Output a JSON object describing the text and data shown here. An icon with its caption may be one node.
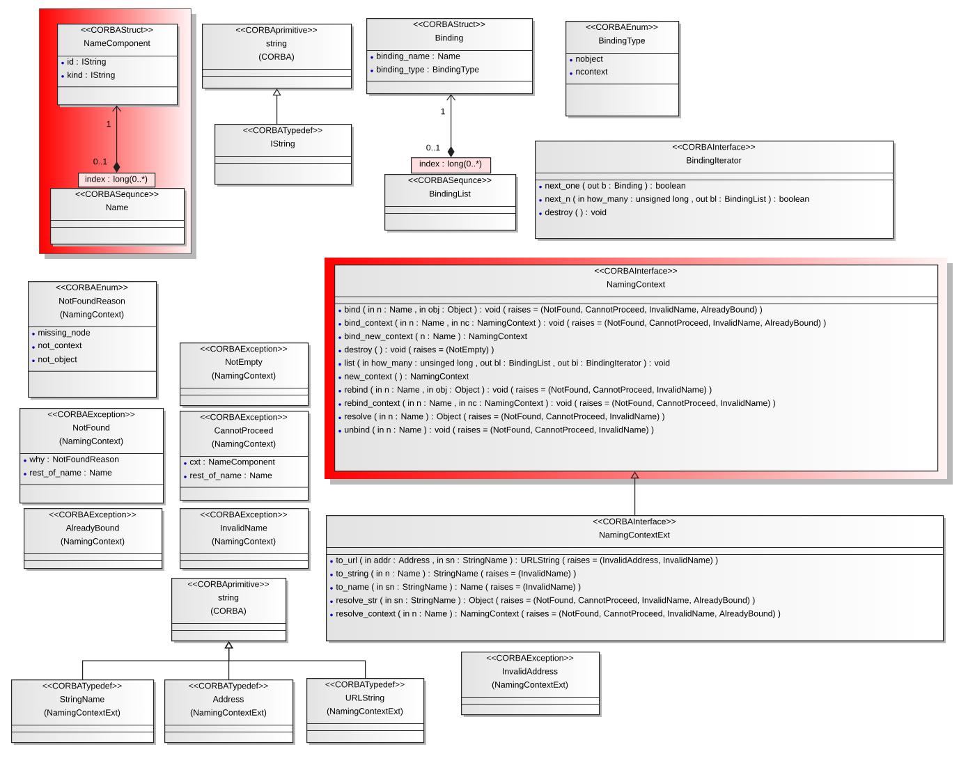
{
  "diagram": {
    "nodes": [
      {
        "text": [],
        "shape": "box"
      },
      {
        "text": [
          "<<CORBAStruct>>",
          "NameComponent",
          "id : IString",
          "kind : IString"
        ],
        "in": 0
      },
      {
        "text": [
          "index : long(0..*)"
        ],
        "in": 0
      },
      {
        "text": [
          "<<CORBASequnce>>",
          "Name"
        ],
        "in": 0
      },
      {
        "text": [
          "<<CORBAprimitive>>",
          "string",
          "(CORBA)"
        ]
      },
      {
        "text": [
          "<<CORBATypedef>>",
          "IString"
        ]
      },
      {
        "text": [
          "<<CORBAStruct>>",
          "Binding",
          "binding_name : Name",
          "binding_type : BindingType"
        ]
      },
      {
        "text": [
          "<<CORBAEnum>>",
          "BindingType",
          "nobject",
          "ncontext"
        ]
      },
      {
        "text": [
          "index : long(0..*)"
        ]
      },
      {
        "text": [
          "<<CORBASequnce>>",
          "BindingList"
        ]
      },
      {
        "text": [
          "<<CORBAInterface>>",
          "BindingIterator",
          "next_one ( out b : Binding ) : boolean",
          "next_n ( in how_many : unsigned long , out bl : BindingList ) : boolean",
          "destroy ( ) : void"
        ]
      },
      {
        "text": [
          "<<CORBAEnum>>",
          "NotFoundReason",
          "(NamingContext)",
          "missing_node",
          "not_context",
          "not_object"
        ]
      },
      {
        "text": [
          "<<CORBAInterface>>",
          "NamingContext",
          "bind ( in n : Name , in obj : Object ) : void ( raises = (NotFound, CannotProceed, InvalidName, AlreadyBound) )",
          "bind_context ( in n : Name , in nc : NamingContext ) : void ( raises = (NotFound, CannotProceed, InvalidName, AlreadyBound) )",
          "bind_new_context ( n : Name ) : NamingContext",
          "destroy ( ) : void ( raises = (NotEmpty) )",
          "list ( in how_many : unsinged long , out bl : BindingList , out bi : BindingIterator ) : void",
          "new_context ( ) : NamingContext",
          "rebind ( in n : Name , in obj : Object ) : void ( raises = (NotFound, CannotProceed, InvalidName) )",
          "rebind_context ( in n : Name , in nc : NamingContext ) : void ( raises = (NotFound, CannotProceed, InvalidName) )",
          "resolve ( in n : Name ) : Object ( raises = (NotFound, CannotProceed, InvalidName) )",
          "unbind ( in n : Name ) : void ( raises = (NotFound, CannotProceed, InvalidName) )"
        ]
      },
      {
        "text": [
          "<<CORBAException>>",
          "NotEmpty",
          "(NamingContext)"
        ]
      },
      {
        "text": [
          "<<CORBAException>>",
          "NotFound",
          "(NamingContext)",
          "why : NotFoundReason",
          "rest_of_name : Name"
        ]
      },
      {
        "text": [
          "<<CORBAException>>",
          "CannotProceed",
          "(NamingContext)",
          "cxt : NameComponent",
          "rest_of_name : Name"
        ]
      },
      {
        "text": [
          "<<CORBAException>>",
          "AlreadyBound",
          "(NamingContext)"
        ]
      },
      {
        "text": [
          "<<CORBAException>>",
          "InvalidName",
          "(NamingContext)"
        ]
      },
      {
        "text": [
          "<<CORBAInterface>>",
          "NamingContextExt",
          "to_url ( in addr : Address , in sn : StringName ) : URLString ( raises = (InvalidAddress, InvalidName) )",
          "to_string ( in n : Name ) : StringName ( raises = (InvalidName) )",
          "to_name ( in sn : StringName ) : Name ( raises = (InvalidName) )",
          "resolve_str ( in sn : StringName ) : Object ( raises = (NotFound, CannotProceed, InvalidName, AlreadyBound) )",
          "resolve_context ( in n : Name ) : NamingContext ( raises = (NotFound, CannotProceed, InvalidName, AlreadyBound) )"
        ]
      },
      {
        "text": [
          "<<CORBAprimitive>>",
          "string",
          "(CORBA)"
        ]
      },
      {
        "text": [
          "<<CORBATypedef>>",
          "StringName",
          "(NamingContextExt)"
        ]
      },
      {
        "text": [
          "<<CORBATypedef>>",
          "Address",
          "(NamingContextExt)"
        ]
      },
      {
        "text": [
          "<<CORBATypedef>>",
          "URLString",
          "(NamingContextExt)"
        ]
      },
      {
        "text": [
          "<<CORBAException>>",
          "InvalidAddress",
          "(NamingContextExt)"
        ]
      }
    ],
    "edges": [
      {
        "from": 2,
        "to": 1,
        "arrow": "to"
      },
      {
        "from": 5,
        "to": 4,
        "arrow": "to"
      },
      {
        "from": 8,
        "to": 6,
        "arrow": "to"
      },
      {
        "from": 18,
        "to": 12,
        "arrow": "to"
      },
      {
        "from": 20,
        "to": 19,
        "arrow": "to"
      },
      {
        "from": 21,
        "to": 19,
        "arrow": "to"
      },
      {
        "from": 22,
        "to": 19,
        "arrow": "to"
      }
    ],
    "labels": [
      "1",
      "0..1",
      "1",
      "0..1"
    ]
  }
}
